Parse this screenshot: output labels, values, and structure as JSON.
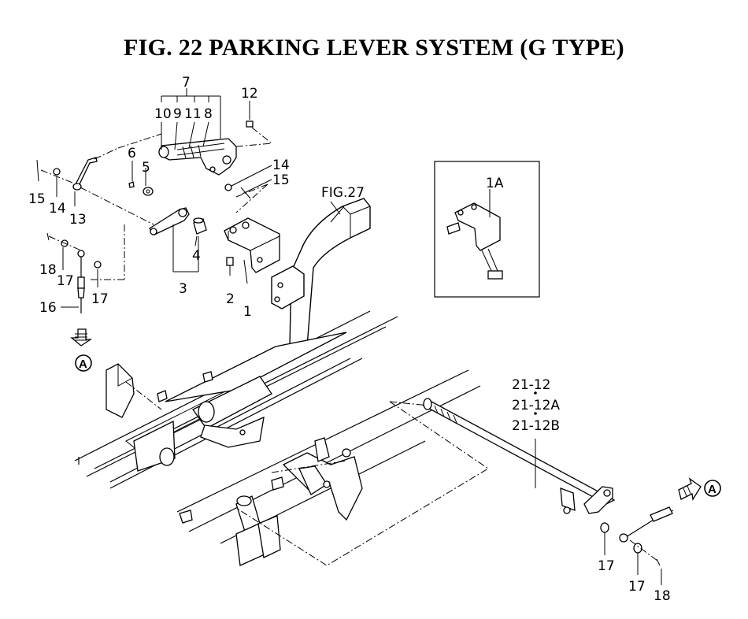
{
  "figure": {
    "title": "FIG. 22  PARKING LEVER SYSTEM (G TYPE)"
  },
  "callouts": {
    "c1": "1",
    "c1A": "1A",
    "c2": "2",
    "c3": "3",
    "c4": "4",
    "c5": "5",
    "c6": "6",
    "c7": "7",
    "c8": "8",
    "c9": "9",
    "c10": "10",
    "c11": "11",
    "c12": "12",
    "c13": "13",
    "c14a": "14",
    "c14b": "14",
    "c15a": "15",
    "c15b": "15",
    "c16": "16",
    "c17a": "17",
    "c17b": "17",
    "c17c": "17",
    "c17d": "17",
    "c18a": "18",
    "c18b": "18",
    "fig27": "FIG.27",
    "shaft1": "21-12",
    "shaft2": "21-12A",
    "shaft3": "21-12B",
    "arrowA1": "A",
    "arrowA2": "A"
  }
}
